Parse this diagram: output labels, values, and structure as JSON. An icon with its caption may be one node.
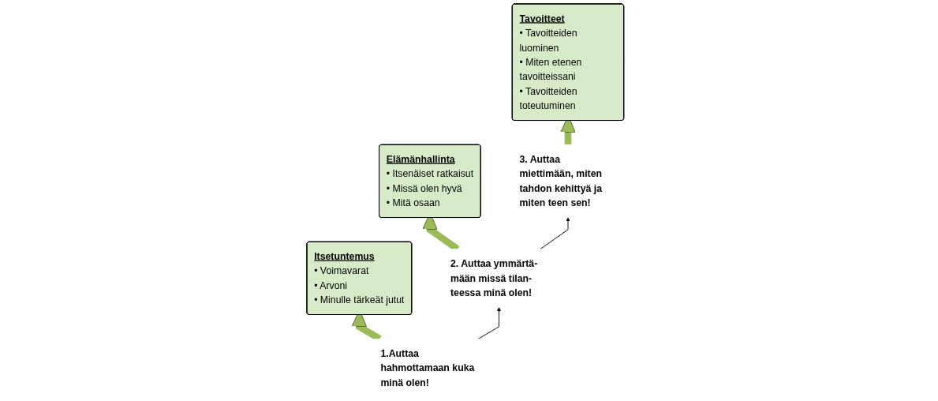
{
  "diagram": {
    "nodes": [
      {
        "text": [
          "Itsetuntemus",
          "• Voimavarat",
          "• Arvoni",
          "• Minulle tärkeät jutut"
        ]
      },
      {
        "text": [
          "Elämänhallinta",
          "• Itsenäiset ratkaisut",
          "• Missä olen hyvä",
          "• Mitä osaan"
        ]
      },
      {
        "text": [
          "Tavoitteet",
          "• Tavoitteiden luominen",
          "• Miten etenen tavoitteissani",
          "• Tavoitteiden toteutuminen"
        ]
      },
      {
        "text": [
          "1.Auttaa hahmottamaan kuka minä olen!"
        ]
      },
      {
        "text": [
          "2. Auttaa ymmärtä- mään missä tilan- teessa minä olen!"
        ]
      },
      {
        "text": [
          "3. Auttaa miettimään, miten tahdon kehittyä ja miten teen sen!"
        ]
      }
    ],
    "edges": [
      {
        "from": 3,
        "to": 0,
        "arrow": "to"
      },
      {
        "from": 4,
        "to": 1,
        "arrow": "to"
      },
      {
        "from": 5,
        "to": 2,
        "arrow": "to"
      },
      {
        "from": 3,
        "to": 4,
        "arrow": "to",
        "color": "#000000"
      },
      {
        "from": 4,
        "to": 5,
        "arrow": "to",
        "color": "#000000"
      }
    ]
  }
}
